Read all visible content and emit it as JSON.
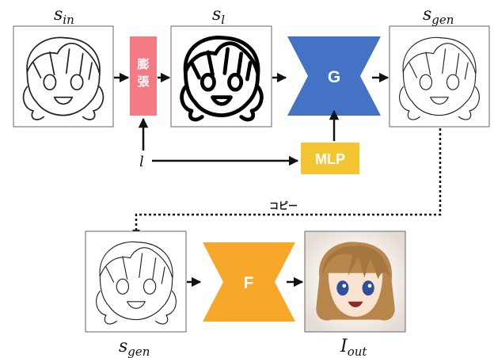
{
  "labels": {
    "s_in": {
      "main": "s",
      "sub": "in"
    },
    "s_l": {
      "main": "s",
      "sub": "l"
    },
    "s_gen_top": {
      "main": "s",
      "sub": "gen"
    },
    "s_gen_bottom": {
      "main": "s",
      "sub": "gen"
    },
    "i_out": {
      "main": "I",
      "sub": "out"
    },
    "l": "l"
  },
  "boxes": {
    "dilate": {
      "line1": "膨",
      "line2": "張",
      "color": "#f47a86"
    },
    "generator": {
      "label": "G",
      "color": "#4472c4"
    },
    "mlp": {
      "label": "MLP",
      "color": "#f5c431"
    },
    "final": {
      "label": "F",
      "color": "#f7a72a"
    }
  },
  "copy_label": "コピー",
  "colors": {
    "arrow": "#111111",
    "panel_border": "#666666",
    "hair": "#b8864b",
    "eye": "#2f4f9a"
  }
}
